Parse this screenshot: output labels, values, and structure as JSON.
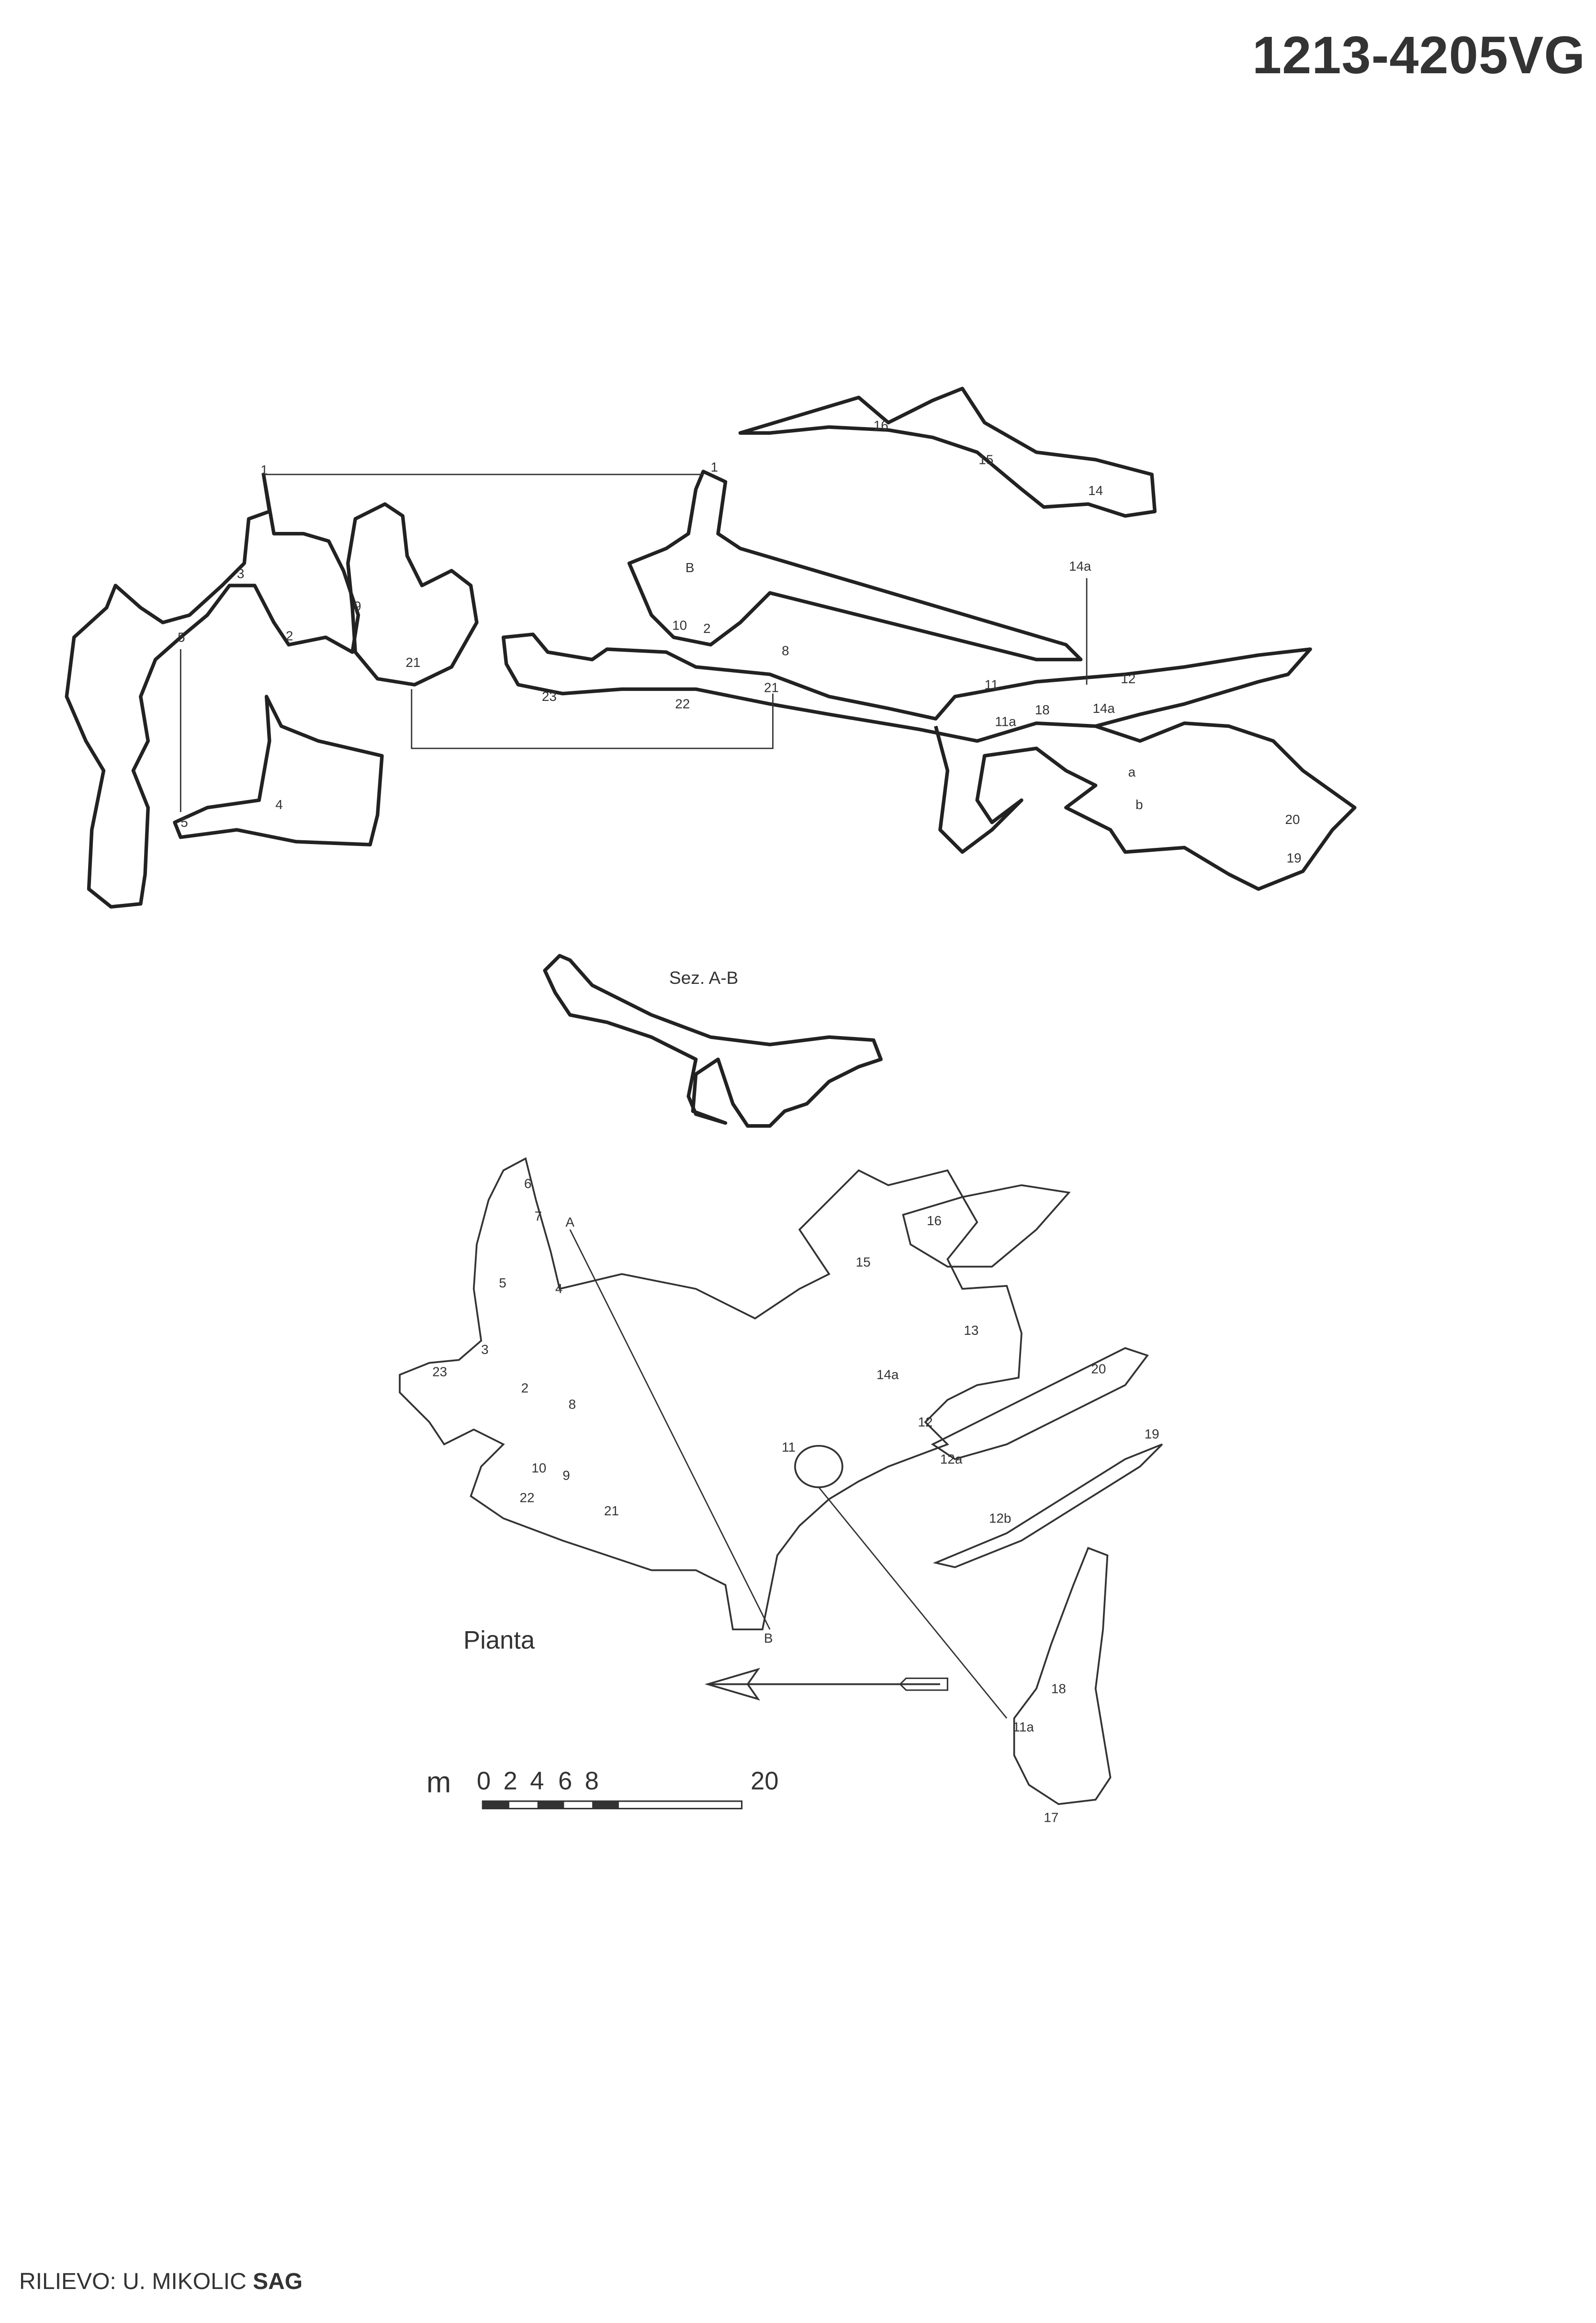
{
  "header": {
    "title": "1213-4205VG"
  },
  "footer": {
    "credit_prefix": "RILIEVO: U. MIKOLIC",
    "credit_bold": "SAG"
  },
  "section": {
    "label": "Sez. A-B",
    "stations": [
      "1",
      "1",
      "3",
      "2",
      "9",
      "5",
      "21",
      "23",
      "22",
      "21",
      "10",
      "2",
      "B",
      "8",
      "16",
      "15",
      "14",
      "14a",
      "11",
      "11a",
      "18",
      "14a",
      "12",
      "a",
      "b",
      "20",
      "19",
      "4",
      "5"
    ]
  },
  "plan": {
    "label": "Pianta",
    "stations": [
      "6",
      "7",
      "5",
      "4",
      "A",
      "3",
      "23",
      "2",
      "8",
      "10",
      "9",
      "22",
      "21",
      "B",
      "11",
      "14a",
      "15",
      "16",
      "13",
      "12",
      "12a",
      "12b",
      "20",
      "19",
      "18",
      "11a",
      "17"
    ]
  },
  "scale": {
    "unit": "m",
    "ticks": [
      "0",
      "2",
      "4",
      "6",
      "8",
      "20"
    ]
  },
  "north_arrow": {
    "icon": "north-arrow-icon"
  }
}
